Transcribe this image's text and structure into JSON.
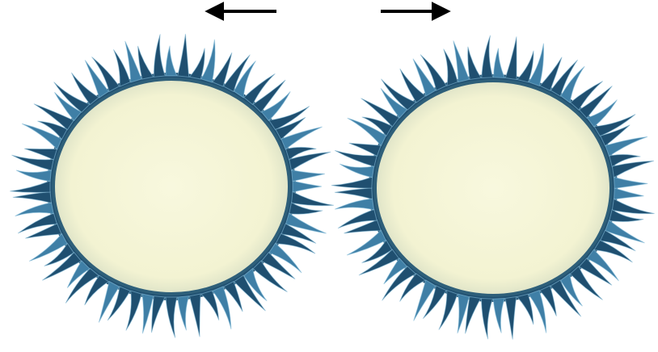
{
  "colors": {
    "background": "#ffffff",
    "core_fill": "#f5f5d8",
    "core_edge": "#2e5f7a",
    "brush_dark": "#1f4f70",
    "brush_mid": "#3f7fa6",
    "brush_light": "#8cc3df",
    "arrow": "#000000"
  },
  "particles": [
    {
      "id": "left",
      "motion": "left"
    },
    {
      "id": "right",
      "motion": "right"
    }
  ],
  "icons": {
    "left_arrow": "arrow-left-icon",
    "right_arrow": "arrow-right-icon"
  }
}
